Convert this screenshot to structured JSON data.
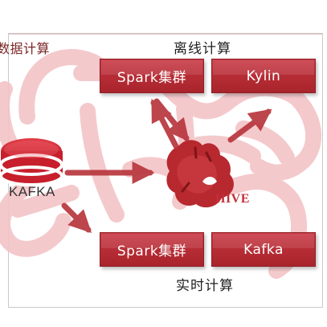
{
  "labels": {
    "left": "数据计算",
    "top": "离线计算",
    "bottom": "实时计算"
  },
  "boxes": {
    "top_left": "Spark集群",
    "top_right": "Kylin",
    "bottom_left": "Spark集群",
    "bottom_right": "Kafka"
  },
  "sources": {
    "kafka": "KAFKA",
    "hive": "HIVE"
  },
  "colors": {
    "box_red": "#b72d36",
    "arrow_red": "#b8363d",
    "watermark_pink": "#f3c4c7",
    "database_red": "#c71f2c"
  },
  "icons": {
    "database": "database-icon",
    "hive": "hive-bee-icon",
    "watermark": "logo-watermark"
  }
}
